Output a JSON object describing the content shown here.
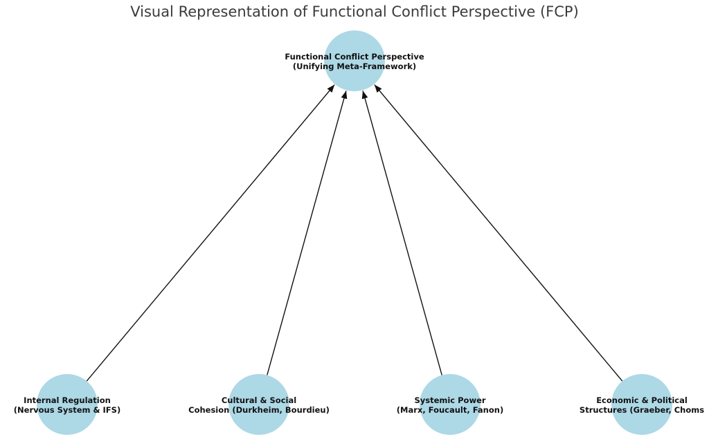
{
  "title": "Visual Representation of Functional Conflict Perspective (FCP)",
  "colors": {
    "node_fill": "#add8e6",
    "edge": "#111111",
    "title": "#3b3b3b",
    "label": "#111111"
  },
  "nodes": [
    {
      "id": "fcp",
      "role": "root",
      "lines": [
        "Functional Conflict Perspective",
        "(Unifying Meta-Framework)"
      ]
    },
    {
      "id": "internal-regulation",
      "role": "leaf",
      "lines": [
        "Internal Regulation",
        "(Nervous System & IFS)"
      ]
    },
    {
      "id": "cultural-social",
      "role": "leaf",
      "lines": [
        "Cultural & Social",
        "Cohesion (Durkheim, Bourdieu)"
      ]
    },
    {
      "id": "systemic-power",
      "role": "leaf",
      "lines": [
        "Systemic Power",
        "(Marx, Foucault, Fanon)"
      ]
    },
    {
      "id": "economic-political",
      "role": "leaf",
      "lines": [
        "Economic & Political",
        "Structures (Graeber, Choms"
      ]
    }
  ],
  "edges": [
    {
      "from": "internal-regulation",
      "to": "fcp"
    },
    {
      "from": "cultural-social",
      "to": "fcp"
    },
    {
      "from": "systemic-power",
      "to": "fcp"
    },
    {
      "from": "economic-political",
      "to": "fcp"
    }
  ]
}
